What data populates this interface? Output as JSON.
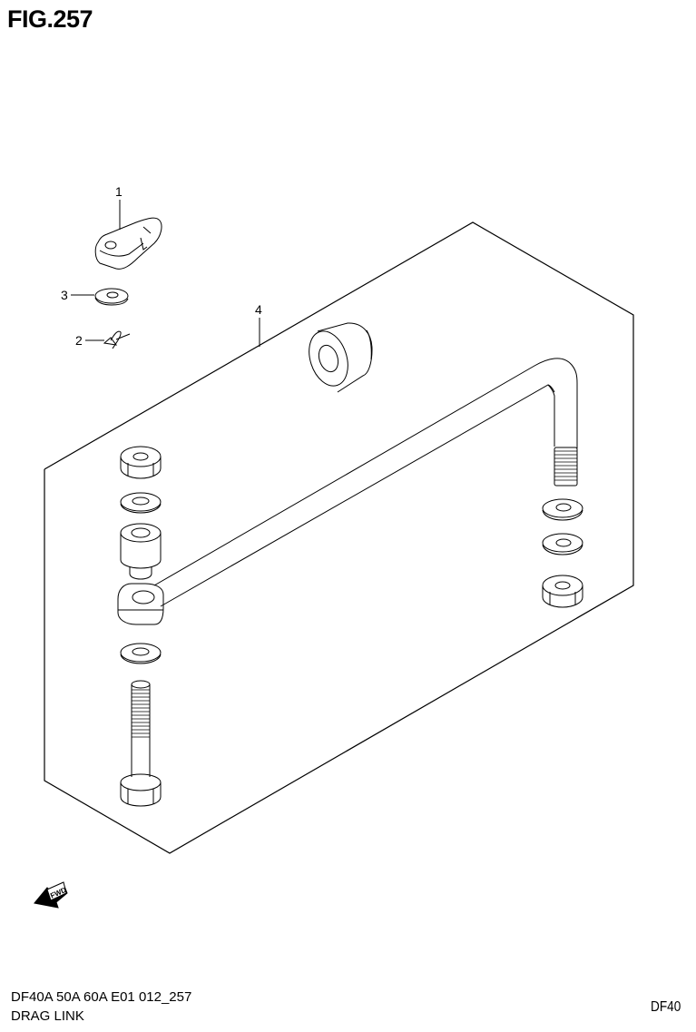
{
  "figure": {
    "title": "FIG.257",
    "model_line": "DF40A 50A 60A E01 012_257",
    "section_name": "DRAG LINK",
    "model_code": "DF40"
  },
  "callouts": [
    {
      "number": "1",
      "part": "drag-link-lever"
    },
    {
      "number": "2",
      "part": "cotter-pin"
    },
    {
      "number": "3",
      "part": "washer"
    },
    {
      "number": "4",
      "part": "drag-link-assembly"
    }
  ],
  "direction_indicator": {
    "label": "FWD",
    "icon": "forward-arrow-icon"
  },
  "colors": {
    "line": "#000000",
    "background": "#ffffff"
  }
}
